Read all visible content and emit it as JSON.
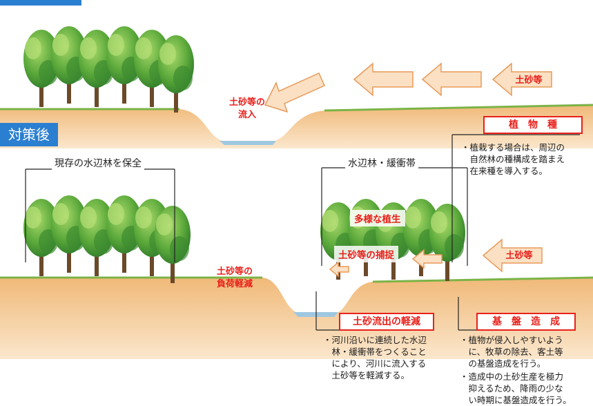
{
  "labels": {
    "after_tag": "対策後",
    "inflow": "土砂等の\n流入",
    "sediment_top": "土砂等",
    "sediment_right": "土砂等",
    "load_reduction": "土砂等の\n負荷軽減",
    "preserve": "現存の水辺林を保全",
    "buffer": "水辺林・緩衝帯",
    "diverse": "多様な植生",
    "capture": "土砂等の捕捉"
  },
  "boxes": {
    "plant_species": "植　物　種",
    "outflow_reduction": "土砂流出の軽減",
    "foundation": "基　盤　造　成"
  },
  "notes": {
    "plant_species": "・植栽する場合は、周辺の\n　自然林の種構成を踏まえ\n　在来種を導入する。",
    "outflow_reduction": "・河川沿いに連続した水辺\n　林・緩衝帯をつくること\n　により、河川に流入する\n　土砂等を軽減する。",
    "foundation_1": "・植物が侵入しやすいよう\n　に、牧草の除去、客土等\n　の基盤造成を行う。",
    "foundation_2": "・造成中の土砂生産を極力\n　抑えるため、降雨の少な\n　い時期に基盤造成を行う。"
  },
  "colors": {
    "accent_red": "#e8201a",
    "tag_blue": "#2b7fd0",
    "soil": "#f2c48e",
    "arrow_fill": "#fbe0c3",
    "tree_green": "#58a83a"
  }
}
